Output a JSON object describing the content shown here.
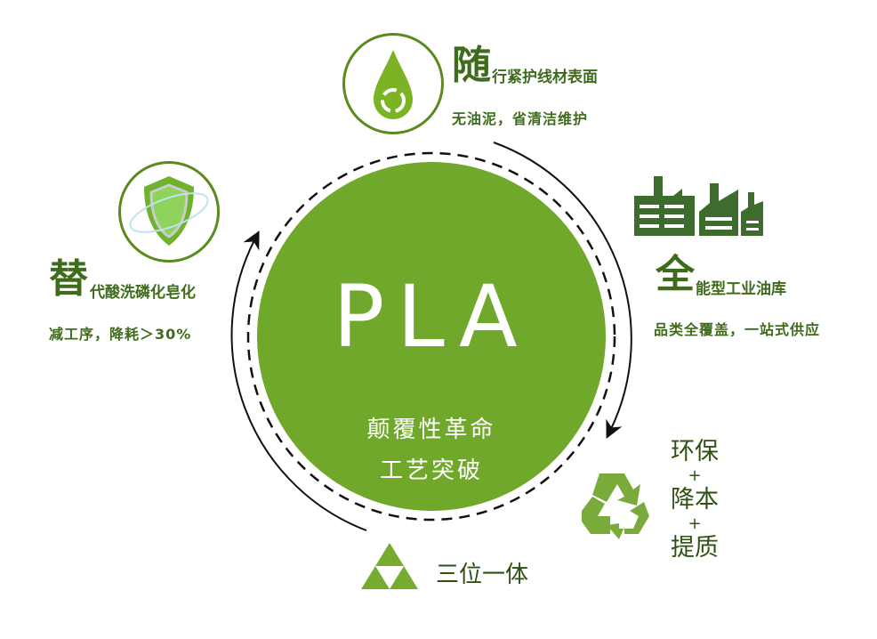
{
  "center": {
    "title": "PLA",
    "line1": "颠覆性革命",
    "line2": "工艺突破"
  },
  "top": {
    "big": "随",
    "title": "行紧护线材表面",
    "desc": "无油泥，省清洁维护",
    "icon": "water-drop-recycle-icon"
  },
  "left": {
    "big": "替",
    "title": "代酸洗磷化皂化",
    "desc": "减工序，降耗＞30%",
    "icon": "shield-icon"
  },
  "right": {
    "big": "全",
    "title": "能型工业油库",
    "desc": "品类全覆盖，一站式供应",
    "icon": "factory-icon"
  },
  "bottom_left": {
    "label": "三位一体",
    "icon": "triangle-trinity-icon"
  },
  "bottom_right": {
    "items": [
      "环保",
      "+",
      "降本",
      "+",
      "提质"
    ],
    "icon": "recycle-icon"
  },
  "colors": {
    "green": "#6fa82a",
    "dark_green": "#3f6b1c",
    "factory": "#3e6b2e"
  }
}
